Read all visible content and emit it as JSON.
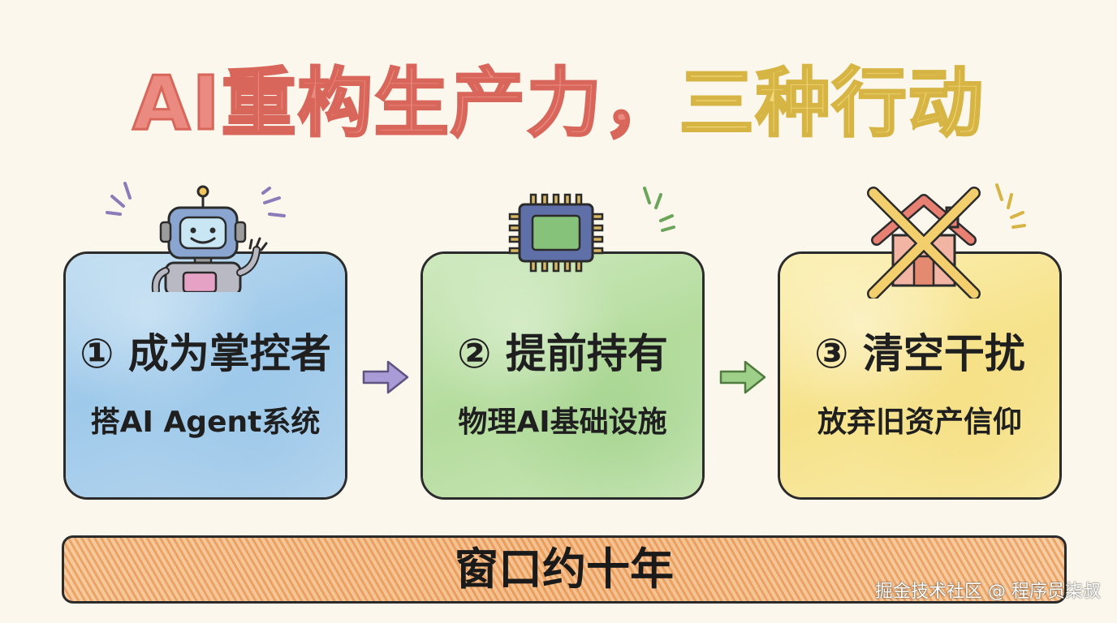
{
  "title": {
    "part_a": "AI重构生产力，",
    "part_b": "三种行动"
  },
  "cards": [
    {
      "heading": "① 成为掌控者",
      "subtitle": "搭AI Agent系统",
      "icon": "robot-icon",
      "color": "#a9cfec"
    },
    {
      "heading": "② 提前持有",
      "subtitle": "物理AI基础设施",
      "icon": "chip-icon",
      "color": "#bfe1a9"
    },
    {
      "heading": "③ 清空干扰",
      "subtitle": "放弃旧资产信仰",
      "icon": "crossed-house-icon",
      "color": "#f7e59a"
    }
  ],
  "bottom_bar": {
    "text": "窗口约十年",
    "color": "#f2b886"
  },
  "watermark": "掘金技术社区 @ 程序员柒叔"
}
